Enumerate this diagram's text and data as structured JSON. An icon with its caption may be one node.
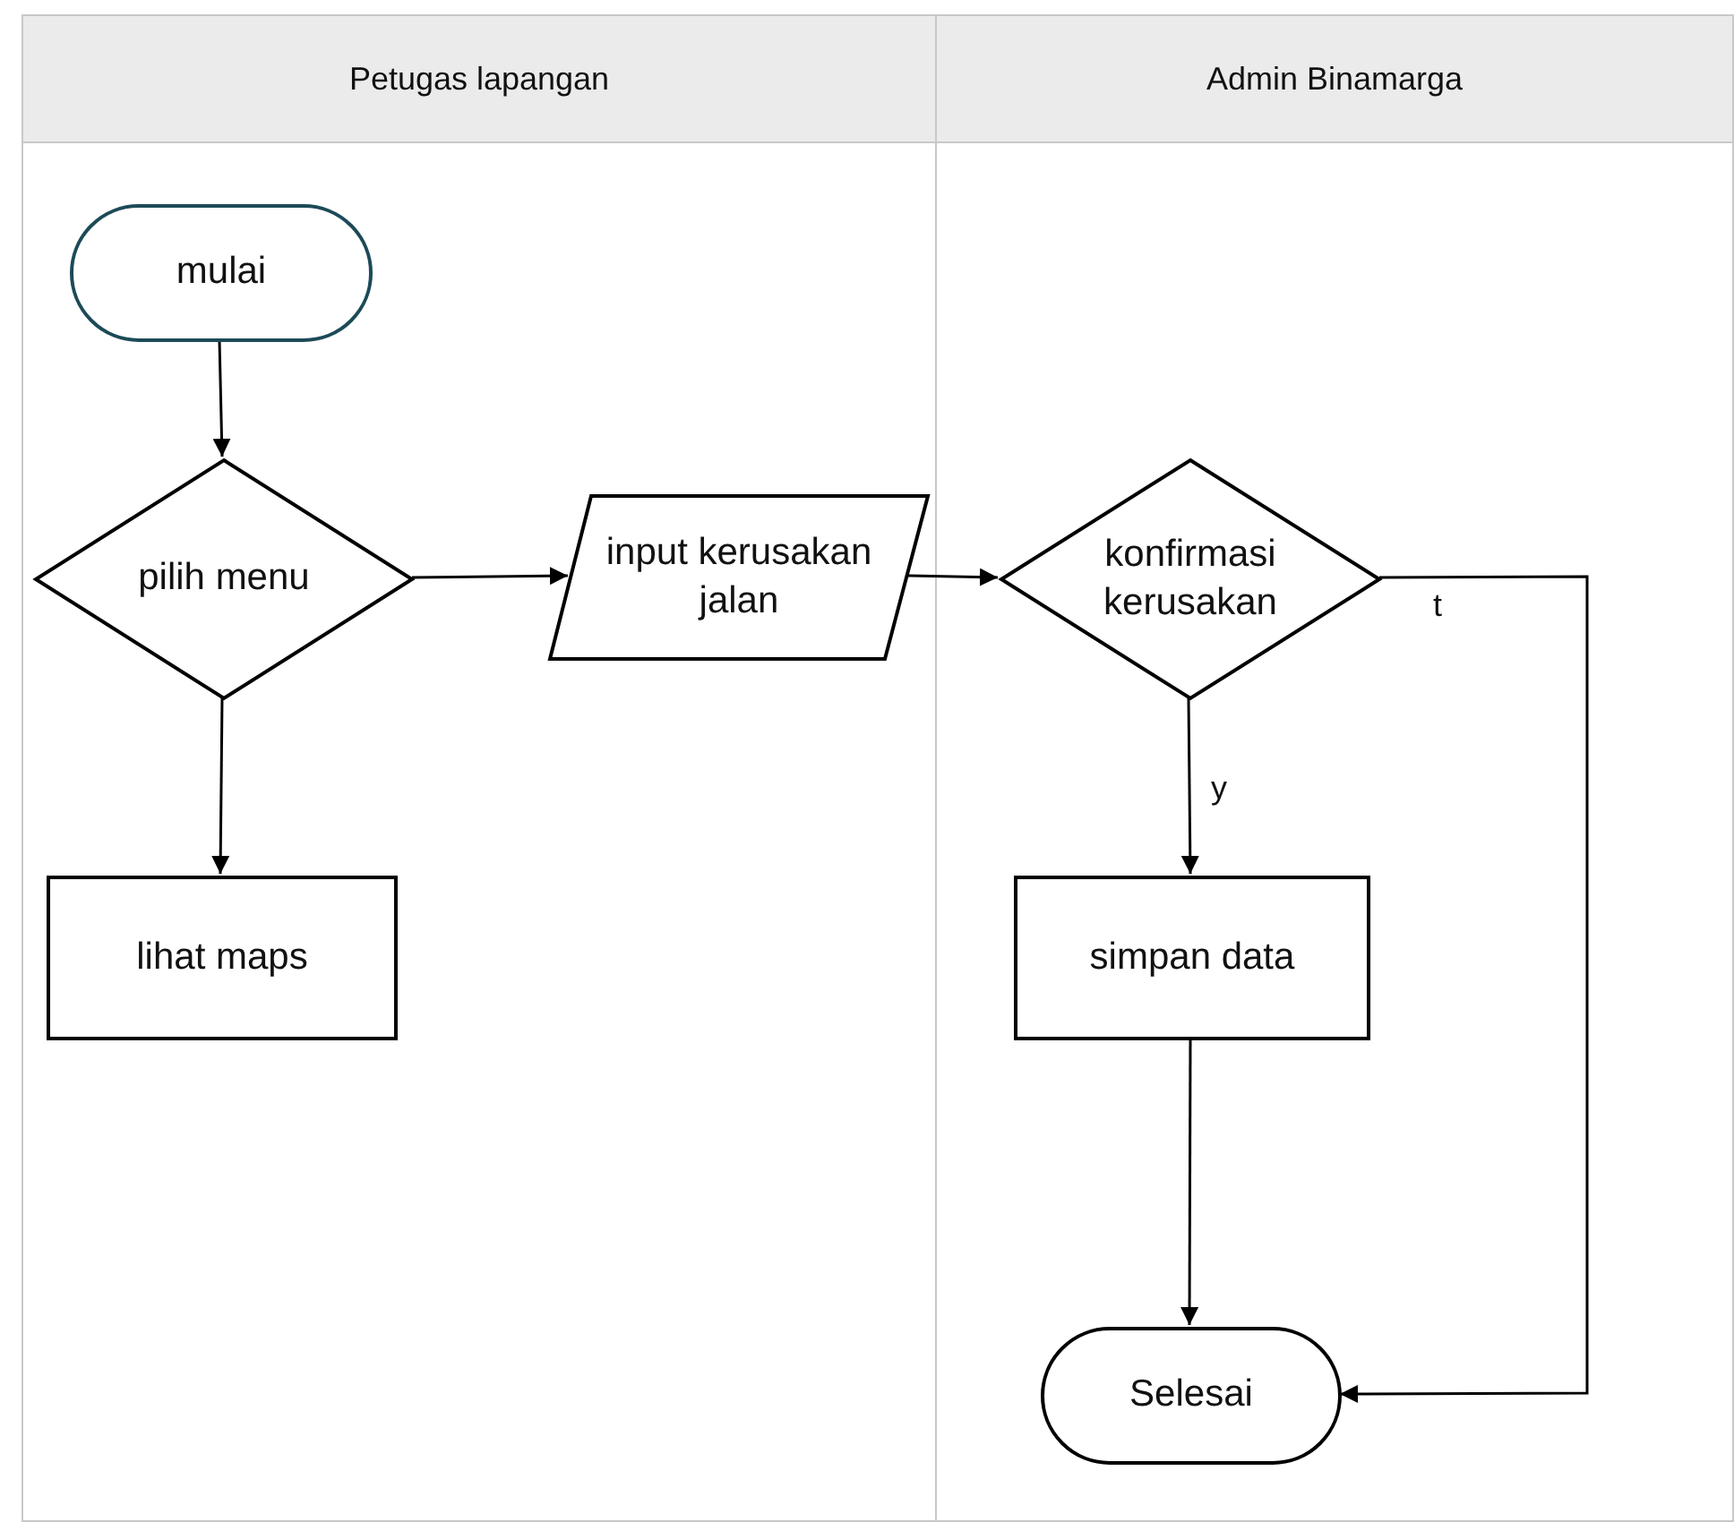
{
  "diagram": {
    "nodes": [
      {
        "text": [
          "Petugas lapangan"
        ]
      },
      {
        "text": [
          "Admin Binamarga"
        ]
      },
      {
        "text": [
          "mulai"
        ],
        "in": 0
      },
      {
        "text": [
          "pilih menu"
        ],
        "in": 0
      },
      {
        "text": [
          "lihat maps"
        ],
        "in": 0
      },
      {
        "text": [
          "input kerusakan jalan"
        ],
        "in": 0
      },
      {
        "text": [
          "konfirmasi kerusakan"
        ],
        "in": 1
      },
      {
        "text": [
          "simpan data"
        ],
        "in": 1
      },
      {
        "text": [
          "Selesai"
        ],
        "in": 1
      }
    ],
    "edges": [
      {
        "from": 2,
        "to": 3,
        "arrow": "to"
      },
      {
        "from": 3,
        "to": 4,
        "arrow": "to"
      },
      {
        "from": 3,
        "to": 5,
        "arrow": "to"
      },
      {
        "from": 5,
        "to": 6,
        "arrow": "to"
      },
      {
        "from": 6,
        "to": 7,
        "arrow": "to",
        "label": "y"
      },
      {
        "from": 7,
        "to": 8,
        "arrow": "to"
      },
      {
        "from": 6,
        "to": 8,
        "arrow": "to",
        "label": "t"
      }
    ]
  }
}
